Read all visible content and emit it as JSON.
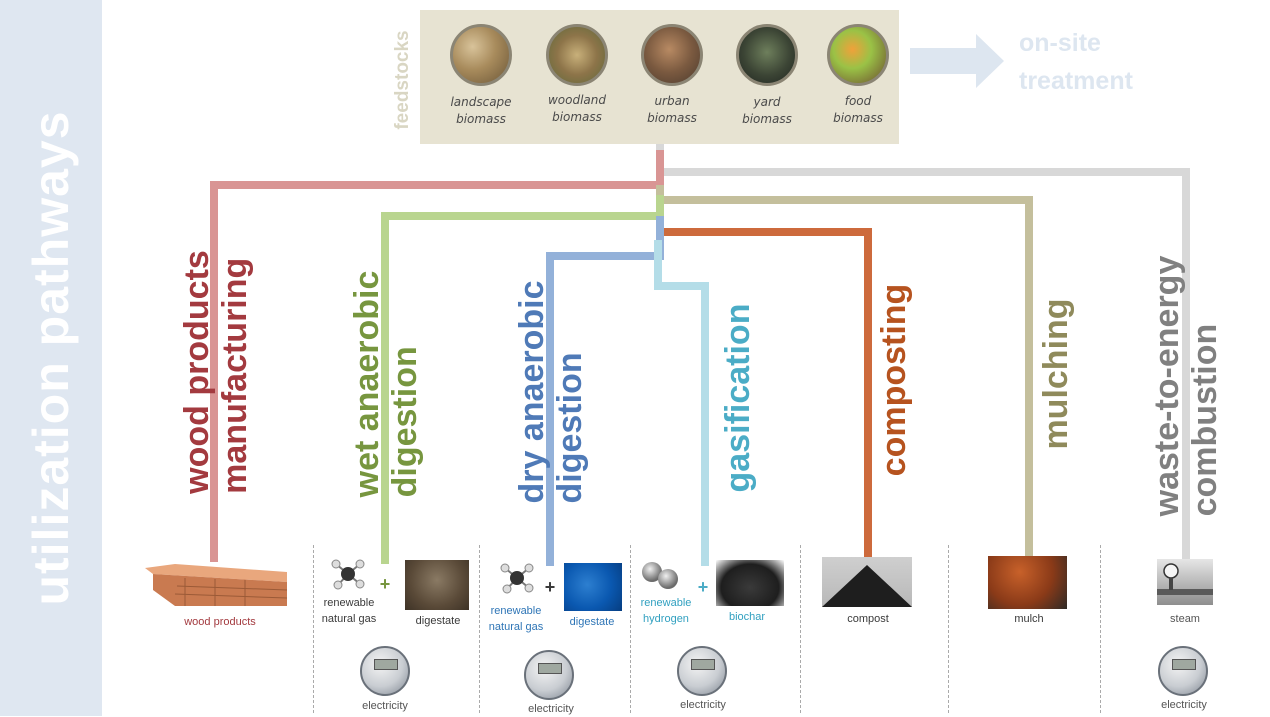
{
  "sidebar": {
    "title": "utilization pathways"
  },
  "feedstocks": {
    "label": "feedstocks",
    "items": [
      {
        "line1": "landscape",
        "line2": "biomass",
        "icon": "landscape-biomass-icon"
      },
      {
        "line1": "woodland",
        "line2": "biomass",
        "icon": "woodland-biomass-icon"
      },
      {
        "line1": "urban",
        "line2": "biomass",
        "icon": "urban-biomass-icon"
      },
      {
        "line1": "yard",
        "line2": "biomass",
        "icon": "yard-biomass-icon"
      },
      {
        "line1": "food",
        "line2": "biomass",
        "icon": "food-biomass-icon"
      }
    ]
  },
  "onsite": {
    "line1": "on-site",
    "line2": "treatment"
  },
  "pathways": [
    {
      "line1": "wood products",
      "line2": "manufacturing",
      "color": "#a33a3f",
      "route": "#d99594"
    },
    {
      "line1": "wet anaerobic",
      "line2": "digestion",
      "color": "#77963f",
      "route": "#b9d58f"
    },
    {
      "line1": "dry anaerobic",
      "line2": "digestion",
      "color": "#4f7ab7",
      "route": "#93b1d9"
    },
    {
      "line1": "gasification",
      "line2": "",
      "color": "#4bacc6",
      "route": "#b4dde8"
    },
    {
      "line1": "composting",
      "line2": "",
      "color": "#b6531f",
      "route": "#cd6a3c"
    },
    {
      "line1": "mulching",
      "line2": "",
      "color": "#8f8a5b",
      "route": "#c4bf9c"
    },
    {
      "line1": "waste-to-energy",
      "line2": "combustion",
      "color": "#808080",
      "route": "#d8d8d8"
    }
  ],
  "products": {
    "wood_products": "wood products",
    "wet_rng_1": "renewable",
    "wet_rng_2": "natural gas",
    "wet_digestate": "digestate",
    "dry_rng_1": "renewable",
    "dry_rng_2": "natural gas",
    "dry_digestate": "digestate",
    "hydrogen_1": "renewable",
    "hydrogen_2": "hydrogen",
    "biochar": "biochar",
    "compost": "compost",
    "mulch": "mulch",
    "steam": "steam",
    "electricity": "electricity",
    "plus": "+"
  },
  "colors": {
    "wood_text": "#a33a3f",
    "dark_text": "#3a3a3a",
    "dry_text": "#2e75b6",
    "gas_text": "#31a0c0"
  }
}
